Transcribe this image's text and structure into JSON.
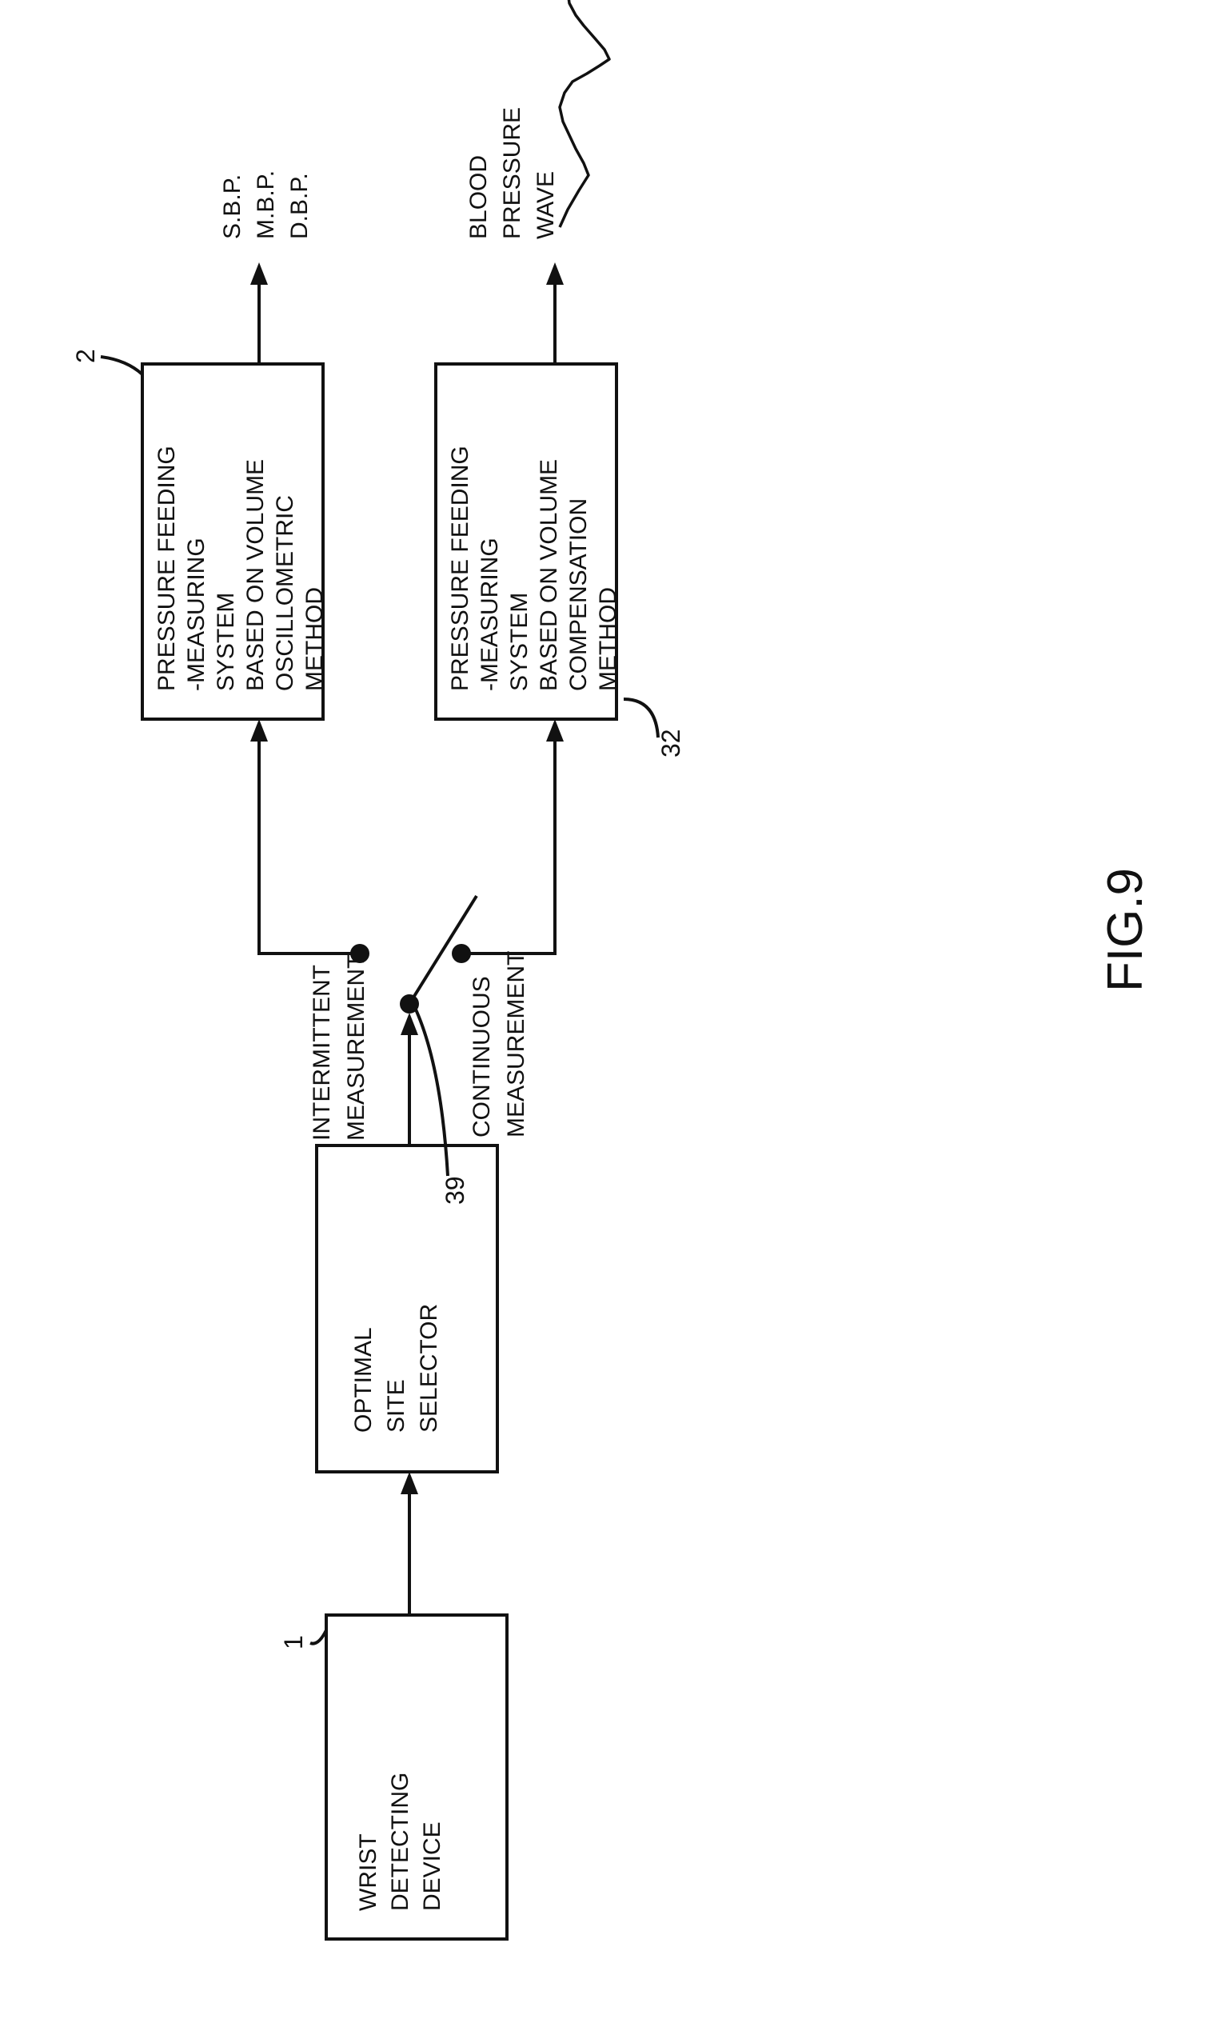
{
  "blocks": {
    "wrist_device": {
      "lines": [
        "WRIST",
        "DETECTING",
        "DEVICE"
      ],
      "ref": "1"
    },
    "site_selector": {
      "lines": [
        "OPTIMAL",
        "SITE",
        "SELECTOR"
      ]
    },
    "oscillometric": {
      "lines": [
        "PRESSURE FEEDING",
        "-MEASURING",
        "SYSTEM",
        "BASED ON VOLUME",
        "OSCILLOMETRIC",
        "METHOD"
      ],
      "ref": "2"
    },
    "compensation": {
      "lines": [
        "PRESSURE FEEDING",
        "-MEASURING",
        "SYSTEM",
        "BASED ON VOLUME",
        "COMPENSATION",
        "METHOD"
      ],
      "ref": "32"
    }
  },
  "switch": {
    "ref": "39",
    "intermittent_label": [
      "INTERMITTENT",
      "MEASUREMENT"
    ],
    "continuous_label": [
      "CONTINUOUS",
      "MEASUREMENT"
    ]
  },
  "outputs": {
    "oscillometric": [
      "S.B.P.",
      "M.B.P.",
      "D.B.P."
    ],
    "compensation": [
      "BLOOD",
      "PRESSURE",
      "WAVE"
    ]
  },
  "figure_label": "FIG.9"
}
